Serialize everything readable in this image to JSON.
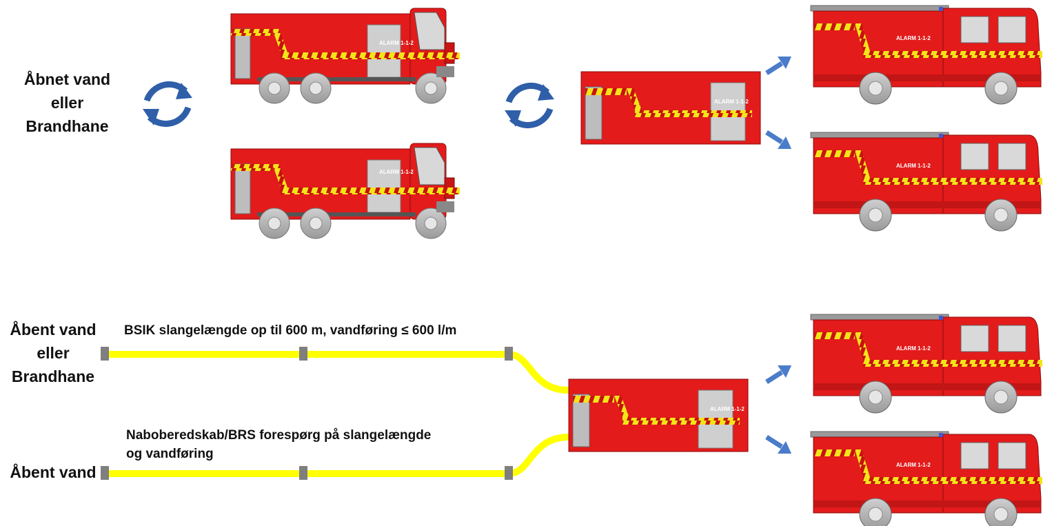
{
  "top_source": {
    "line1": "Åbnet vand",
    "line2": "eller",
    "line3": "Brandhane"
  },
  "bottom_source_a": {
    "line1": "Åbent vand",
    "line2": "eller",
    "line3": "Brandhane"
  },
  "bottom_source_b": "Åbent vand",
  "hose_a_note": "BSIK  slangelængde op til 600 m, vandføring ≤ 600 l/m",
  "hose_b_note": {
    "line1": "Naboberedskab/BRS  forespørg på slangelængde",
    "line2": "og vandføring"
  },
  "tanker_plate": "ALARM 1-1-2",
  "pump_plate": "ALARM 1-1-2",
  "engine_plate": "ALARM 1-1-2",
  "colors": {
    "truck_red": "#e31b1b",
    "stripe_yellow": "#f3e41a",
    "hose_yellow": "#ffff00",
    "arrow_blue": "#4a7cc9",
    "cycle_blue": "#2f5fa8"
  }
}
